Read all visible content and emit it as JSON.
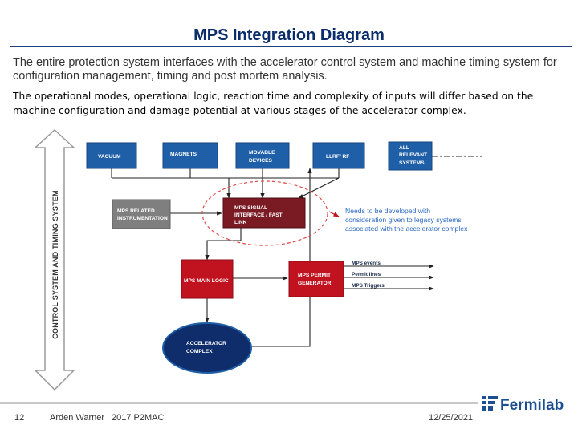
{
  "slide": {
    "title": "MPS Integration Diagram",
    "intro": "The entire protection system interfaces with the accelerator control system and machine timing system for configuration management, timing and post mortem analysis.",
    "detail": "The operational modes, operational logic, reaction time and complexity of inputs will differ based on the machine configuration and damage potential at various stages of the accelerator complex."
  },
  "diagram": {
    "vertical_label": "CONTROL SYSTEM AND TIMING SYSTEM",
    "boxes": {
      "vacuum": [
        "VACUUM"
      ],
      "magnets": [
        "MAGNETS"
      ],
      "movable": [
        "MOVABLE",
        "DEVICES"
      ],
      "llrf": [
        "LLRF/ RF"
      ],
      "all_relevant": [
        "ALL",
        "RELEVANT",
        "SYSTEMS .."
      ],
      "instrumentation": [
        "MPS RELATED",
        "INSTRUMENTATION"
      ],
      "signal_interface": [
        "MPS SIGNAL",
        "INTERFACE / FAST",
        "LINK"
      ],
      "main_logic": [
        "MPS MAIN LOGIC"
      ],
      "permit_generator": [
        "MPS PERMIT",
        "GENERATOR"
      ],
      "accelerator_complex": [
        "ACCELERATOR",
        "COMPLEX"
      ]
    },
    "note": [
      "Needs to be developed with",
      "consideration given to legacy systems",
      "associated with the accelerator complex"
    ],
    "outputs": [
      "MPS events",
      "Permit lines",
      "MPS Triggers"
    ],
    "colors": {
      "blue": "#1f5fa8",
      "gray": "#7f7f7f",
      "dark_red": "#7a1a22",
      "red": "#c0131f",
      "navy": "#0f2d6b",
      "note": "#2a67c0",
      "ellipse": "#e04a4a"
    }
  },
  "footer": {
    "page": "12",
    "author": "Arden Warner | 2017 P2MAC",
    "date": "12/25/2021",
    "logo_text": "Fermilab"
  },
  "icons": [
    "fermilab-logo-icon"
  ]
}
